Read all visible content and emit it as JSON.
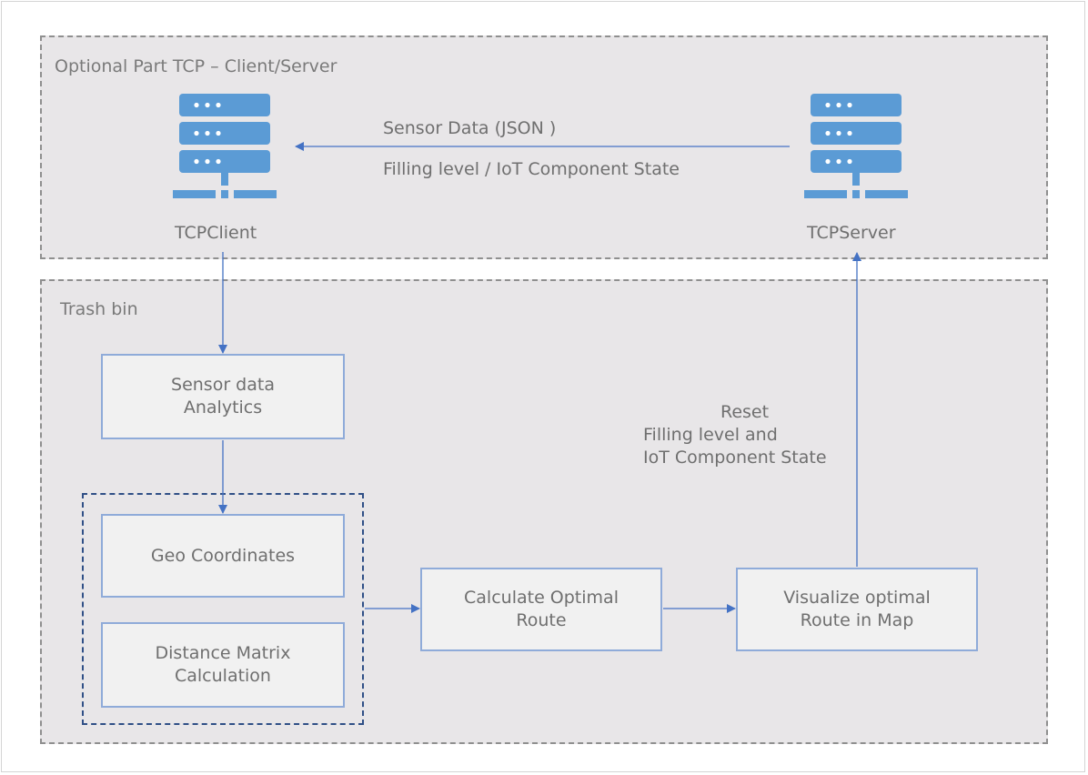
{
  "groups": {
    "tcp": {
      "label": "Optional Part TCP – Client/Server"
    },
    "bin": {
      "label": "Trash bin"
    }
  },
  "nodes": {
    "client": {
      "label": "TCPClient",
      "icon": "server-icon"
    },
    "server": {
      "label": "TCPServer",
      "icon": "server-icon"
    },
    "analytics": {
      "label": "Sensor data\nAnalytics"
    },
    "geo": {
      "label": "Geo Coordinates"
    },
    "distance": {
      "label": "Distance Matrix\nCalculation"
    },
    "calculate": {
      "label": "Calculate Optimal\nRoute"
    },
    "visualize": {
      "label": "Visualize optimal\nRoute in Map"
    }
  },
  "edges": {
    "server_to_client": {
      "line1": "Sensor Data (JSON )",
      "line2": "Filling level / IoT Component State"
    },
    "visualize_to_server": {
      "line1": "Reset",
      "line2": "Filling level and",
      "line3": "IoT Component State"
    }
  },
  "colors": {
    "icon": "#5b9bd5",
    "arrow": "#4472c4",
    "box_border": "#8fabd9",
    "group_fill": "#e8e6e8",
    "inner_group_border": "#2f4f86"
  }
}
